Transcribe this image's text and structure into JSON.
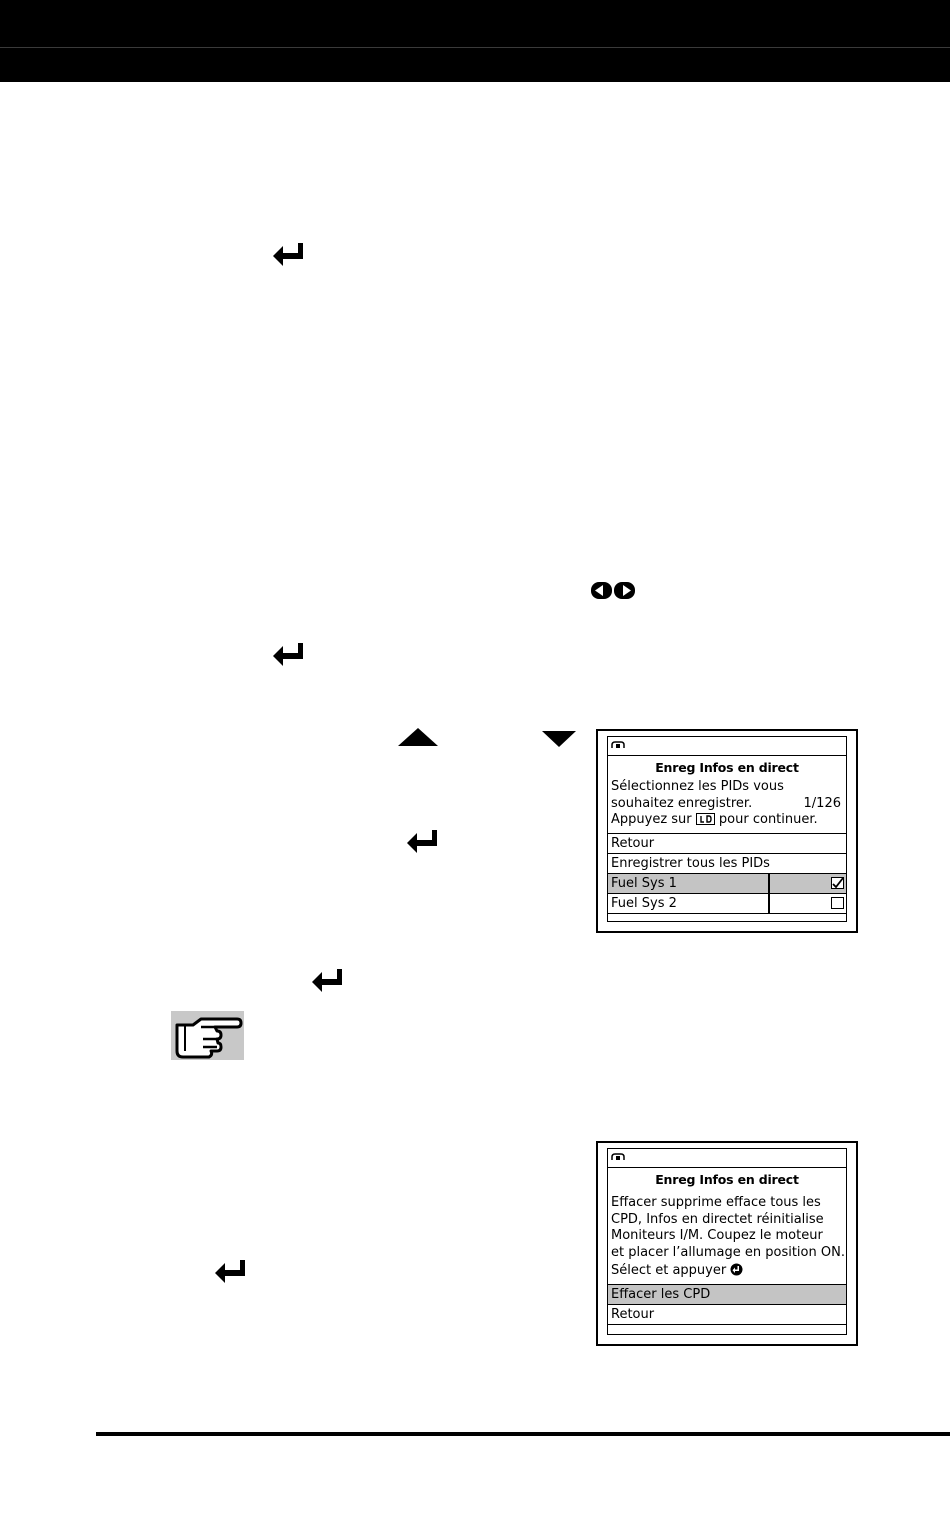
{
  "screen1": {
    "title": "Enreg Infos en direct",
    "line1": "Sélectionnez les PIDs vous",
    "line2": "souhaitez enregistrer.",
    "counter": "1/126",
    "line3_a": "Appuyez sur",
    "line3_b": "pour continuer.",
    "rows": [
      {
        "label": "Retour"
      },
      {
        "label": "Enregistrer tous les PIDs"
      },
      {
        "label": "Fuel Sys 1"
      },
      {
        "label": "Fuel Sys 2"
      }
    ]
  },
  "screen2": {
    "title": "Enreg Infos en direct",
    "lines": [
      "Effacer supprime efface tous les",
      "CPD, Infos en directet réinitialise",
      "Moniteurs I/M. Coupez le moteur",
      "et placer l’allumage en position ON."
    ],
    "prompt": "Sélect et appuyer",
    "rows": [
      {
        "label": "Effacer les CPD"
      },
      {
        "label": "Retour"
      }
    ]
  },
  "icons": [
    "enter-key-icon",
    "left-right-arrows-icon",
    "up-arrow-icon",
    "down-arrow-icon",
    "checkmark-icon",
    "pointing-hand-icon"
  ]
}
